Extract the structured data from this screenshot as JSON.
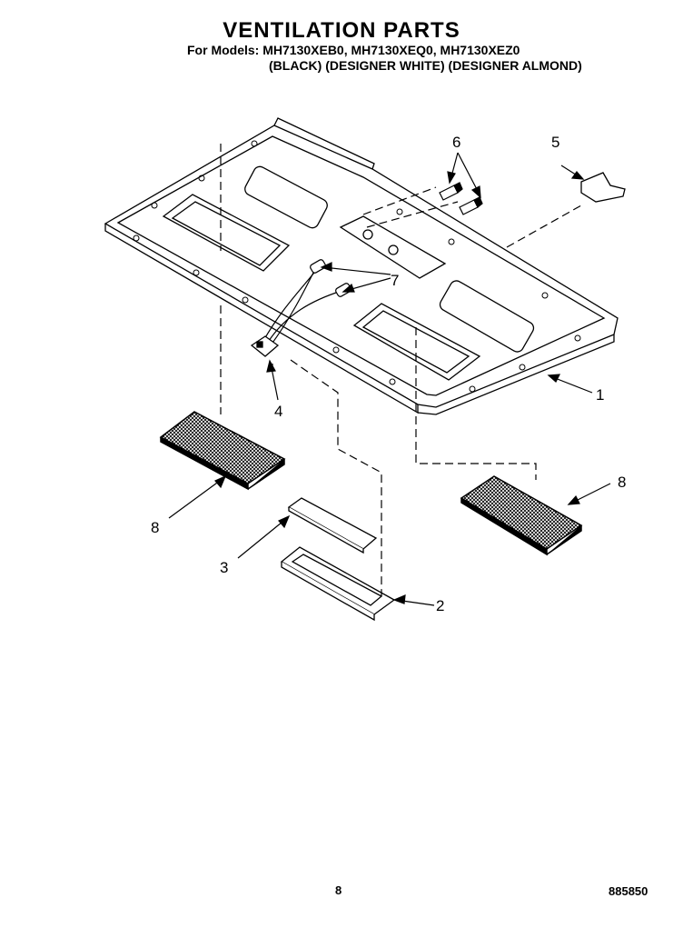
{
  "header": {
    "title": "VENTILATION PARTS",
    "models": "For Models: MH7130XEB0, MH7130XEQ0, MH7130XEZ0",
    "colors": "(BLACK) (DESIGNER WHITE) (DESIGNER ALMOND)"
  },
  "callouts": {
    "c1": "1",
    "c2": "2",
    "c3": "3",
    "c4": "4",
    "c5": "5",
    "c6": "6",
    "c7": "7",
    "c8a": "8",
    "c8b": "8"
  },
  "footer": {
    "page_number": "8",
    "document_number": "885850"
  }
}
